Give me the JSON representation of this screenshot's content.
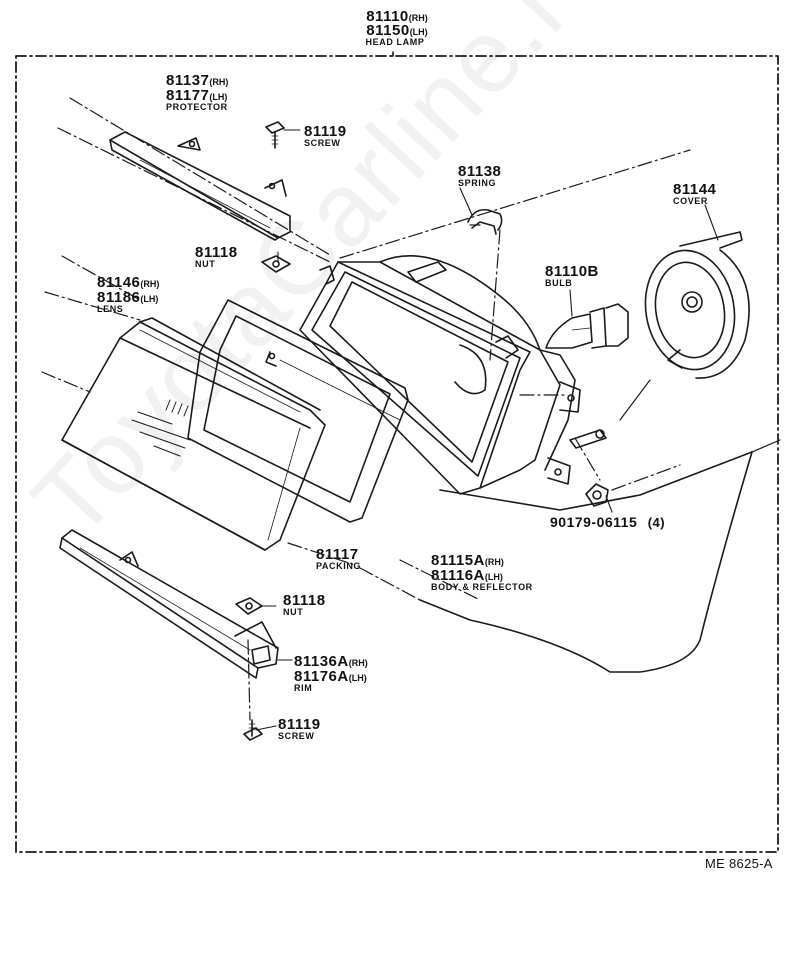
{
  "diagram": {
    "head_lamp": {
      "pn_rh": "81110",
      "rh": "(RH)",
      "pn_lh": "81150",
      "lh": "(LH)",
      "name": "HEAD LAMP"
    },
    "protector": {
      "pn_rh": "81137",
      "rh": "(RH)",
      "pn_lh": "81177",
      "lh": "(LH)",
      "name": "PROTECTOR"
    },
    "screw_top": {
      "pn": "81119",
      "name": "SCREW"
    },
    "spring": {
      "pn": "81138",
      "name": "SPRING"
    },
    "cover": {
      "pn": "81144",
      "name": "COVER"
    },
    "nut_top": {
      "pn": "81118",
      "name": "NUT"
    },
    "bulb": {
      "pn": "81110B",
      "name": "BULB"
    },
    "lens": {
      "pn_rh": "81146",
      "rh": "(RH)",
      "pn_lh": "81186",
      "lh": "(LH)",
      "name": "LENS"
    },
    "packing": {
      "pn": "81117",
      "name": "PACKING"
    },
    "body_reflector": {
      "pn_rh": "81115A",
      "rh": "(RH)",
      "pn_lh": "81116A",
      "lh": "(LH)",
      "name": "BODY & REFLECTOR"
    },
    "fastener": {
      "pn": "90179-06115",
      "qty": "(4)"
    },
    "nut_bottom": {
      "pn": "81118",
      "name": "NUT"
    },
    "rim": {
      "pn_rh": "81136A",
      "rh": "(RH)",
      "pn_lh": "81176A",
      "lh": "(LH)",
      "name": "RIM"
    },
    "screw_bottom": {
      "pn": "81119",
      "name": "SCREW"
    },
    "reference": "ME 8625-A",
    "watermark": "ToyotaCarline.ru"
  }
}
